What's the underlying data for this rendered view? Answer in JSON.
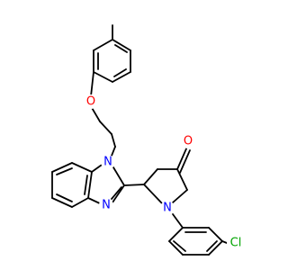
{
  "diagram": {
    "type": "chemical-structure",
    "colors": {
      "bond": "#000000",
      "O": "#ff0000",
      "N": "#0000ff",
      "Cl": "#00a400",
      "background": "#ffffff"
    },
    "atom_labels": {
      "ether_o": "O",
      "benzimidazole_n1": "N",
      "benzimidazole_n3": "N",
      "pyrrolidinone_n": "N",
      "carbonyl_o": "O",
      "chlorine": "Cl"
    }
  }
}
